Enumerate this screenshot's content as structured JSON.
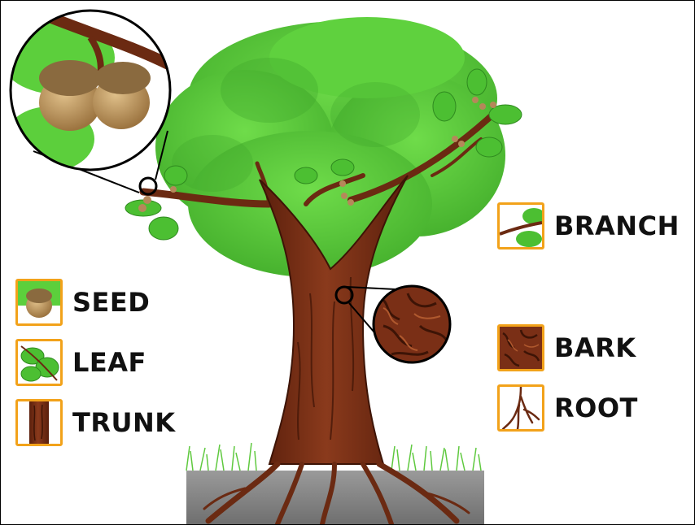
{
  "labels": {
    "seed": "SEED",
    "leaf": "LEAF",
    "trunk": "TRUNK",
    "branch": "BRANCH",
    "bark": "BARK",
    "root": "ROOT"
  },
  "colors": {
    "foliage": "#5ccf3c",
    "foliage_dark": "#3fa52a",
    "trunk": "#7a2f16",
    "bark_dark": "#4a1a0a",
    "acorn": "#b08a55",
    "acorn_cap": "#8a6a3f",
    "grass": "#6fd04e",
    "soil": "#8f8f8f",
    "thumb_border": "#f2a21a",
    "label_text": "#111111"
  },
  "icons": [
    "seed-icon",
    "leaf-icon",
    "trunk-icon",
    "branch-icon",
    "bark-icon",
    "root-icon"
  ]
}
